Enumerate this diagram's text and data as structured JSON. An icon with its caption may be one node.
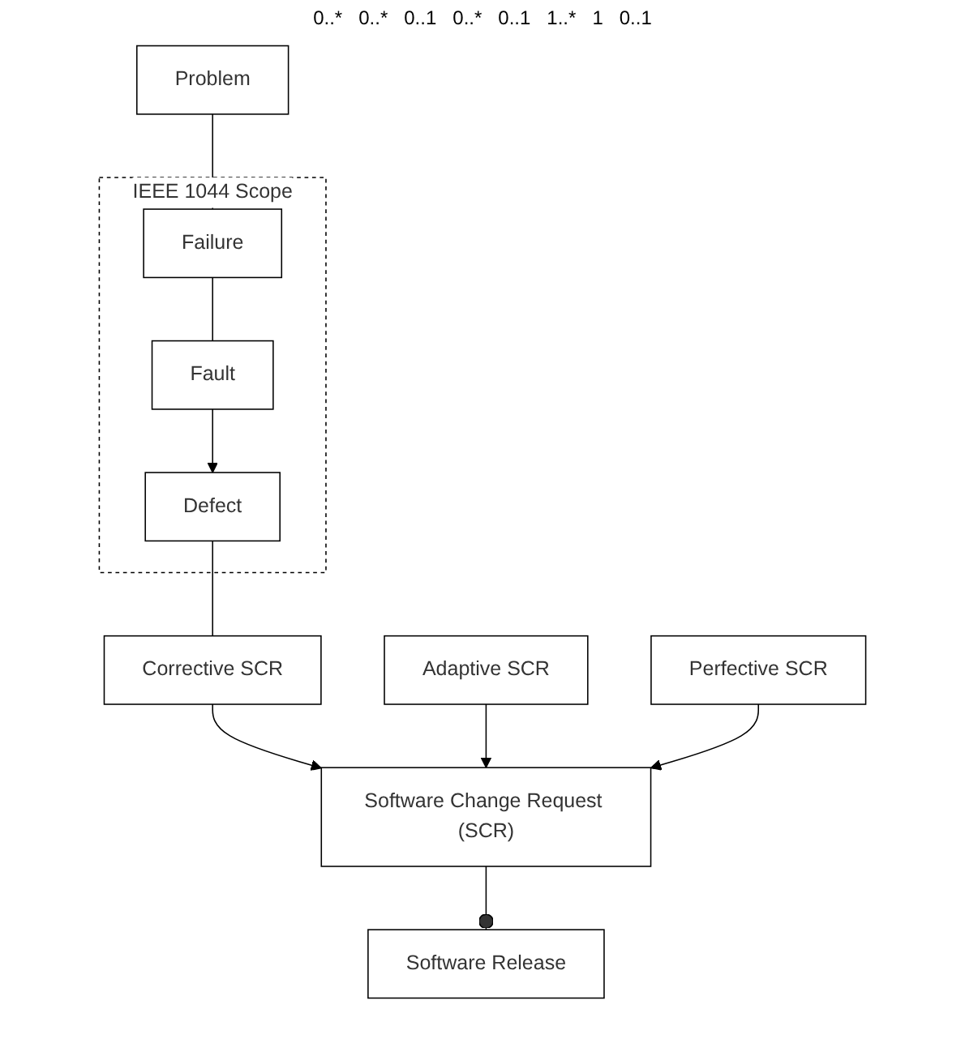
{
  "diagram": {
    "nodes": [
      {
        "text": [
          "Problem"
        ]
      },
      {
        "text": [
          "IEEE 1044 Scope"
        ]
      },
      {
        "text": [
          "Failure"
        ],
        "in": 1
      },
      {
        "text": [
          "Fault"
        ],
        "in": 1
      },
      {
        "text": [
          "Defect"
        ],
        "in": 1
      },
      {
        "text": [
          "Software Release"
        ]
      },
      {
        "text": [
          "Software Change Request (SCR)"
        ]
      },
      {
        "text": [
          "Corrective SCR"
        ]
      },
      {
        "text": [
          "Perfective SCR"
        ]
      },
      {
        "text": [
          "Adaptive SCR"
        ]
      }
    ],
    "edges": [
      {
        "from": 0,
        "to": 2,
        "arrow": "none"
      },
      {
        "from": 2,
        "to": 3,
        "arrow": "none"
      },
      {
        "from": 3,
        "to": 4,
        "arrow": "to"
      },
      {
        "from": 4,
        "to": 7,
        "arrow": "none"
      },
      {
        "from": 6,
        "to": 5,
        "arrow": "other"
      },
      {
        "from": 7,
        "to": 6,
        "arrow": "to"
      },
      {
        "from": 9,
        "to": 6,
        "arrow": "to"
      },
      {
        "from": 8,
        "to": 6,
        "arrow": "to"
      }
    ],
    "labels": [
      "0..*",
      "0..*",
      "0..1",
      "0..*",
      "0..1",
      "1..*",
      "1",
      "0..1"
    ]
  }
}
